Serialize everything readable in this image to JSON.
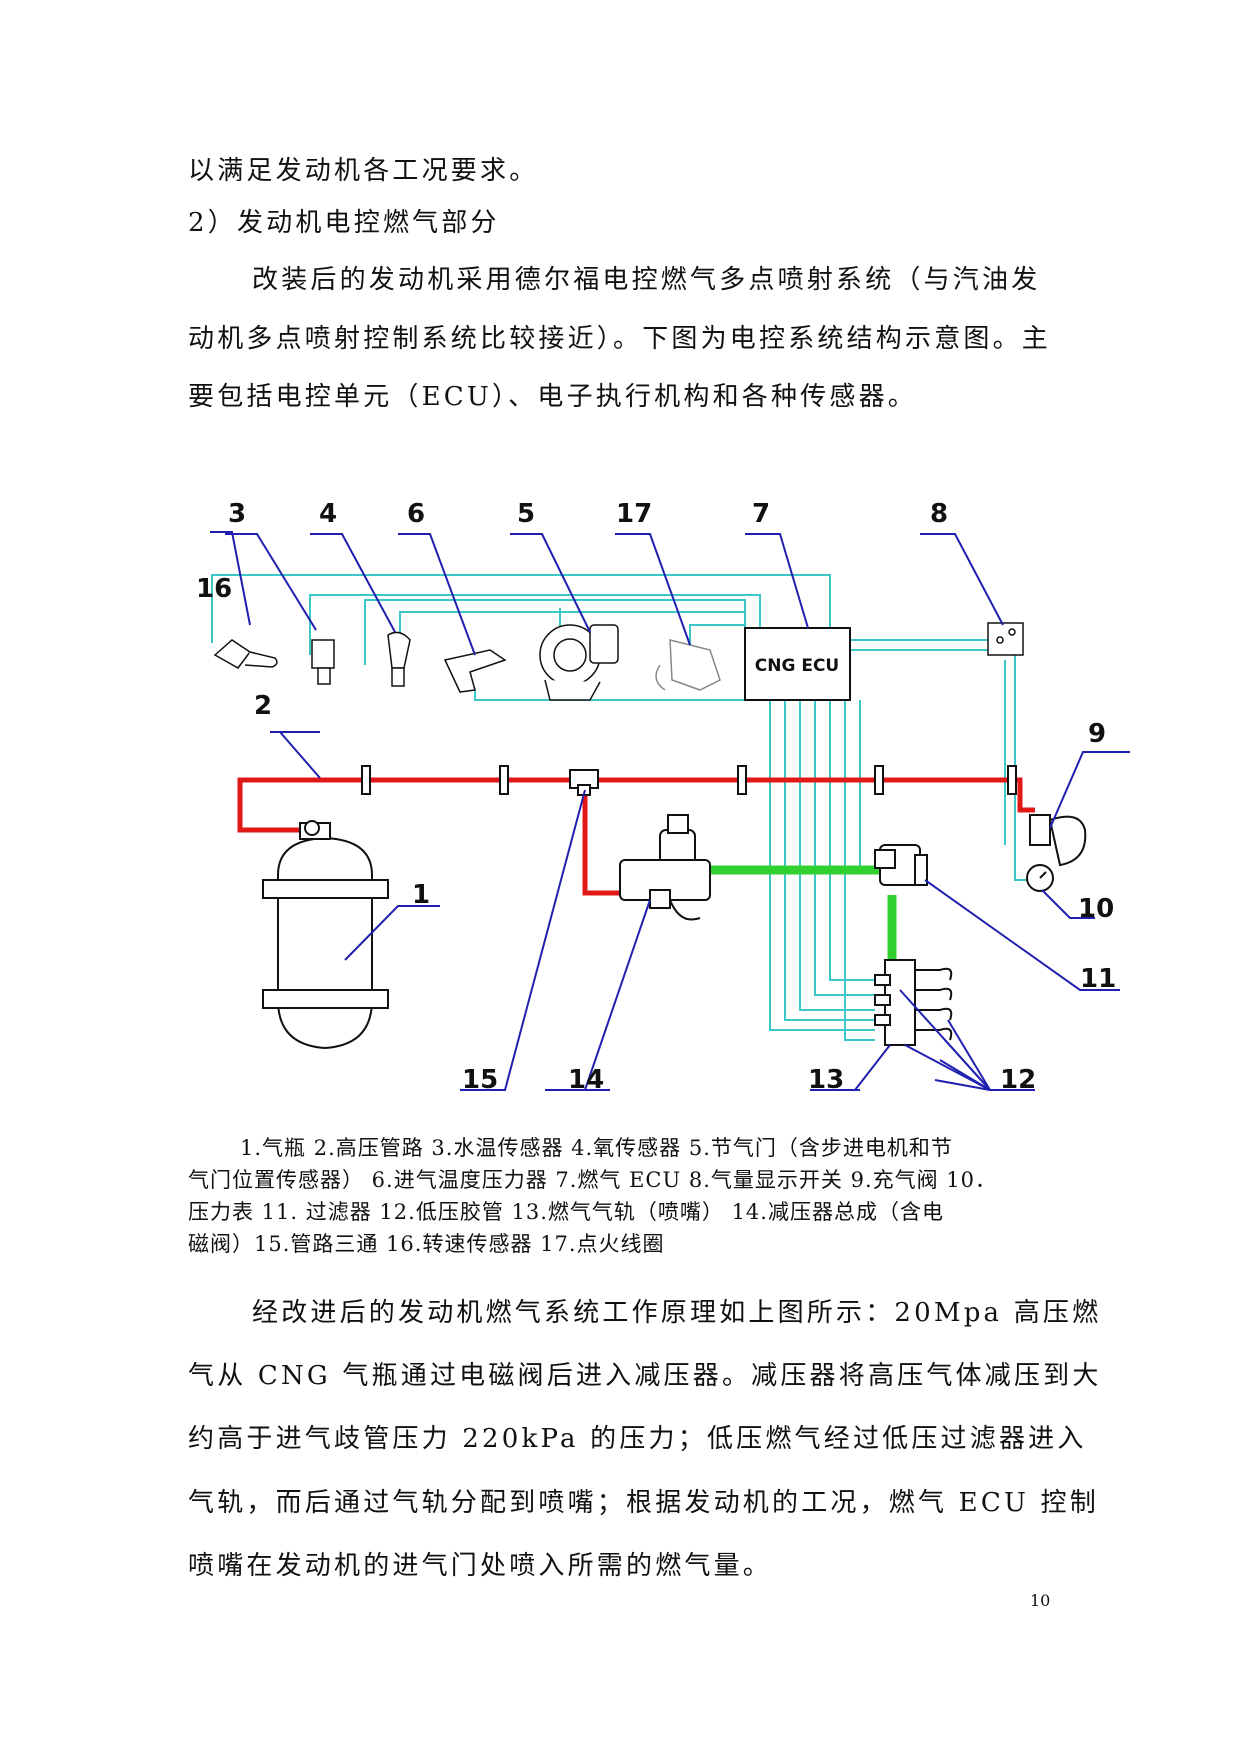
{
  "text": {
    "line1": "以满足发动机各工况要求。",
    "line2": "2）发动机电控燃气部分",
    "line3": "改装后的发动机采用德尔福电控燃气多点喷射系统（与汽油发",
    "line4": "动机多点喷射控制系统比较接近）。下图为电控系统结构示意图。主",
    "line5": "要包括电控单元（ECU）、电子执行机构和各种传感器。",
    "line6": "经改进后的发动机燃气系统工作原理如上图所示：20Mpa 高压燃",
    "line7": "气从 CNG 气瓶通过电磁阀后进入减压器。减压器将高压气体减压到大",
    "line8": "约高于进气歧管压力 220kPa 的压力；低压燃气经过低压过滤器进入",
    "line9": "气轨，而后通过气轨分配到喷嘴；根据发动机的工况，燃气 ECU 控制",
    "line10": "喷嘴在发动机的进气门处喷入所需的燃气量。"
  },
  "caption": {
    "line1": "1.气瓶 2.高压管路 3.水温传感器 4.氧传感器 5.节气门（含步进电机和节",
    "line2": "气门位置传感器） 6.进气温度压力器 7.燃气 ECU 8.气量显示开关 9.充气阀  10．",
    "line3": "压力表 11. 过滤器 12.低压胶管 13.燃气气轨（喷嘴） 14.减压器总成（含电",
    "line4": "磁阀）15.管路三通 16.转速传感器 17.点火线圈"
  },
  "diagram": {
    "ecu_label": "CNG ECU",
    "labels": {
      "n1": "1",
      "n2": "2",
      "n3": "3",
      "n4": "4",
      "n5": "5",
      "n6": "6",
      "n7": "7",
      "n8": "8",
      "n9": "9",
      "n10": "10",
      "n11": "11",
      "n12": "12",
      "n13": "13",
      "n14": "14",
      "n15": "15",
      "n16": "16",
      "n17": "17"
    },
    "colors": {
      "high_pressure": "#e01818",
      "low_pressure": "#2fd02f",
      "signal": "#3cc8c8",
      "leader": "#2020b0"
    }
  },
  "page_number": "10"
}
